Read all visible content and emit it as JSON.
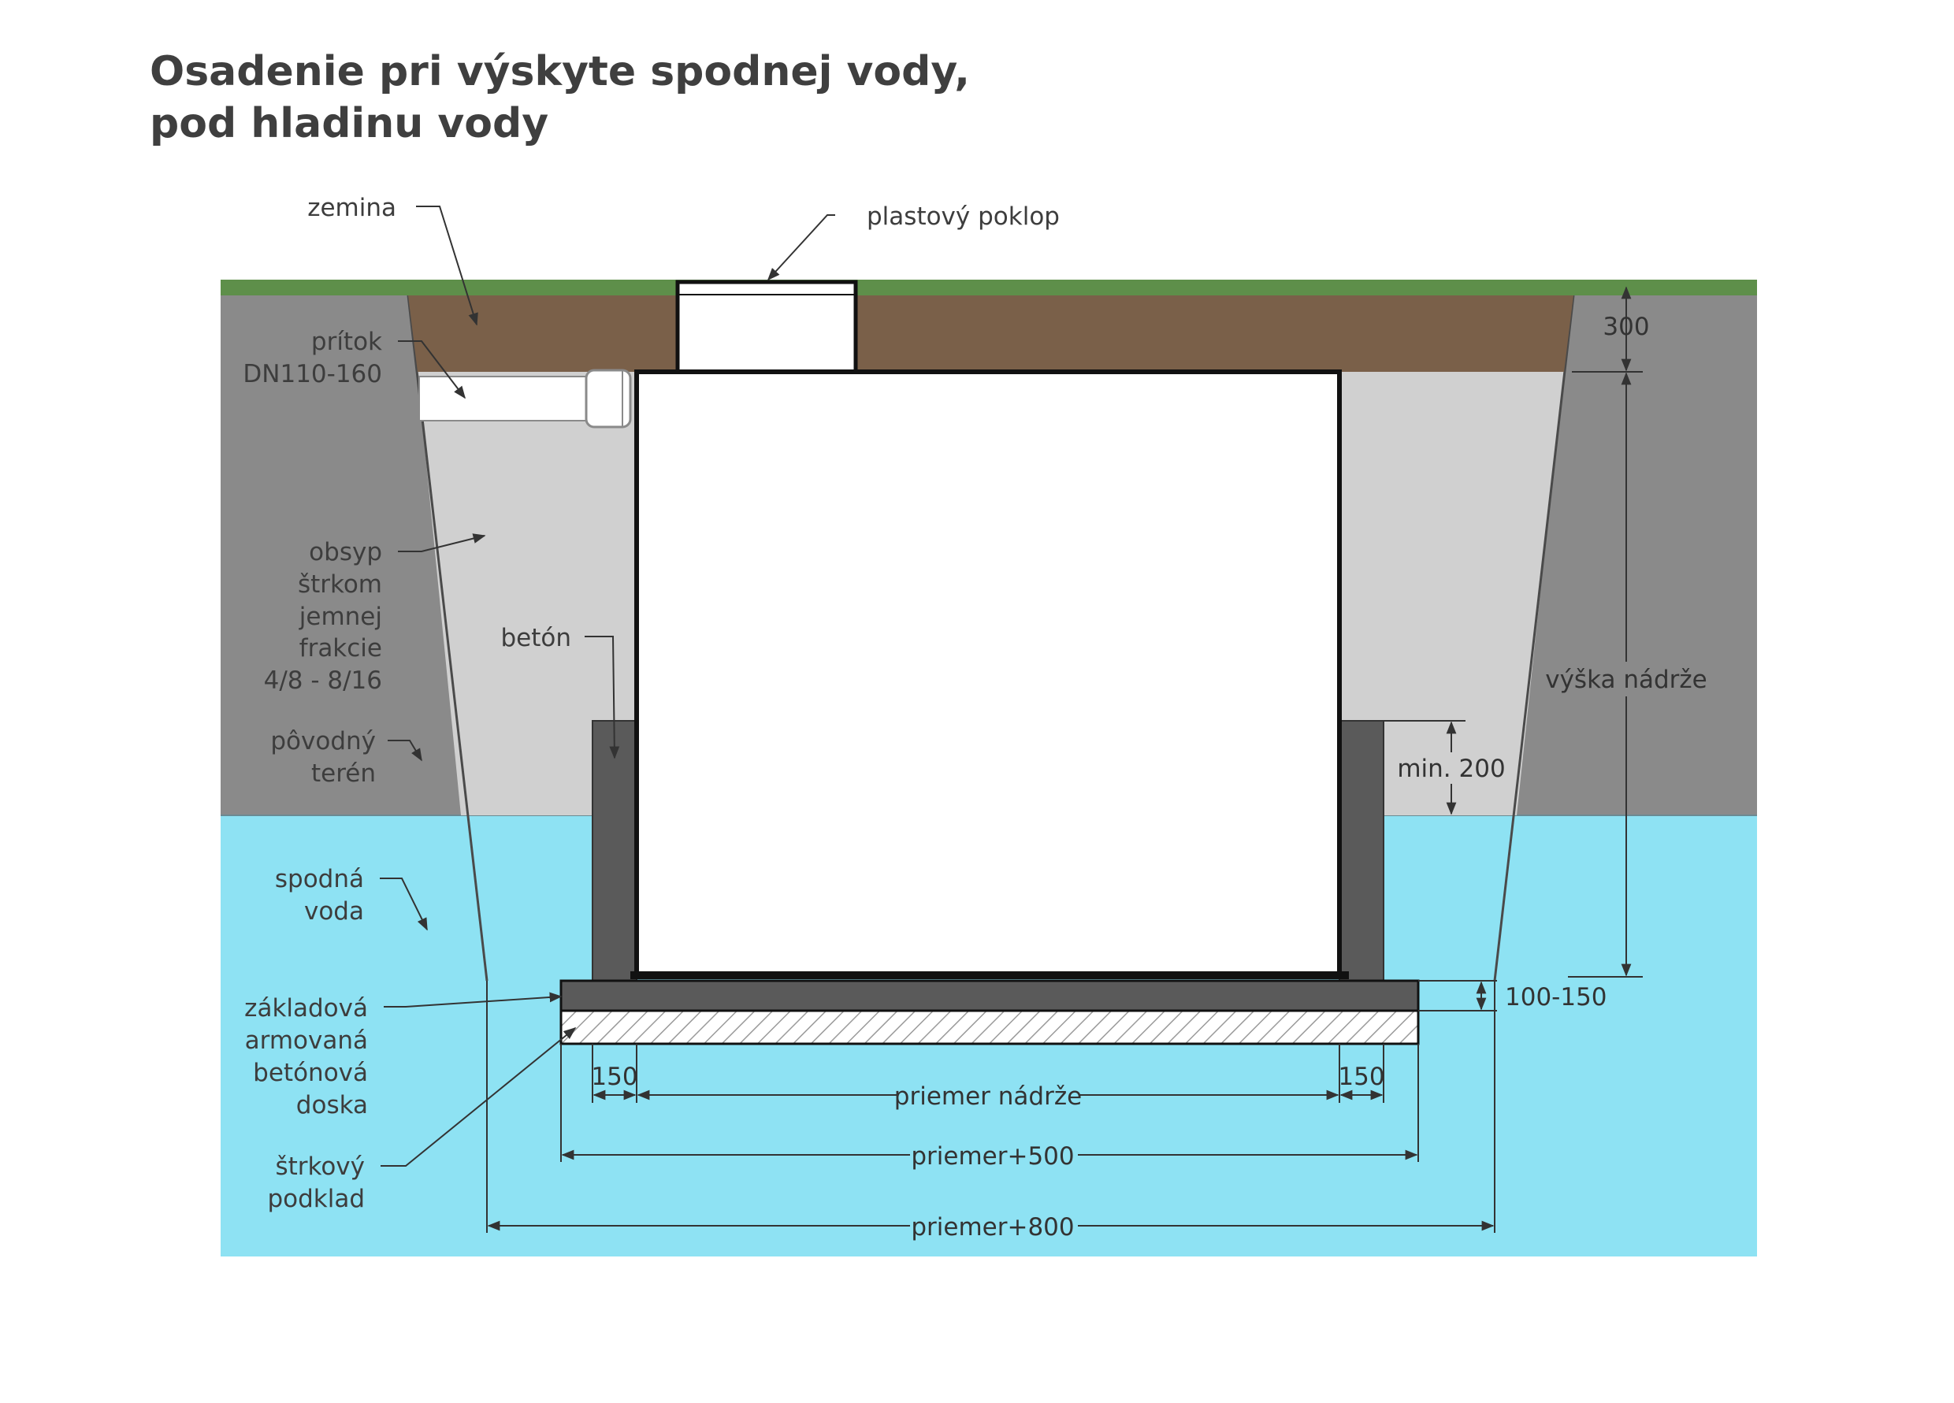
{
  "title": {
    "line1": "Osadenie pri výskyte spodnej vody,",
    "line2": "pod hladinu vody"
  },
  "labels": {
    "zemina": "zemina",
    "poklop": "plastový poklop",
    "pritok1": "prítok",
    "pritok2": "DN110-160",
    "obsyp1": "obsyp",
    "obsyp2": "štrkom",
    "obsyp3": "jemnej",
    "obsyp4": "frakcie",
    "obsyp5": "4/8 - 8/16",
    "beton": "betón",
    "teren1": "pôvodný",
    "teren2": "terén",
    "voda1": "spodná",
    "voda2": "voda",
    "doska1": "základová",
    "doska2": "armovaná",
    "doska3": "betónová",
    "doska4": "doska",
    "podklad1": "štrkový",
    "podklad2": "podklad"
  },
  "dimensions": {
    "top_cover": "300",
    "tank_height": "výška nádrže",
    "min_concrete": "min. 200",
    "slab": "100-150",
    "side_left": "150",
    "side_right": "150",
    "diameter": "priemer nádrže",
    "diameter_500": "priemer+500",
    "diameter_800": "priemer+800"
  },
  "colors": {
    "grass": "#5e8f4a",
    "soil": "#7a6049",
    "native_ground": "#8a8a8a",
    "backfill": "#d0d0d0",
    "groundwater": "#8ee2f3",
    "concrete": "#5a5a5a",
    "tank": "#ffffff"
  }
}
